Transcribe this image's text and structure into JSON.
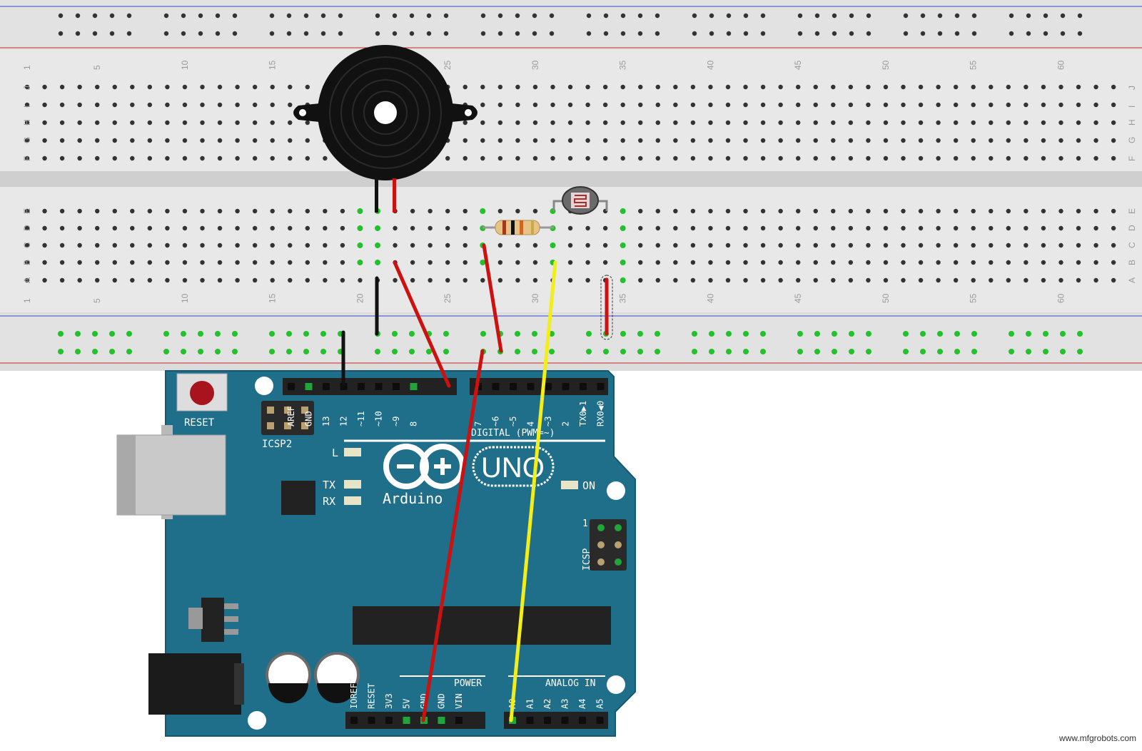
{
  "breadboard": {
    "column_numbers": [
      "1",
      "5",
      "10",
      "15",
      "20",
      "25",
      "30",
      "35",
      "40",
      "45",
      "50",
      "55",
      "60"
    ],
    "row_letters_top": [
      "J",
      "I",
      "H",
      "G",
      "F"
    ],
    "row_letters_bottom": [
      "E",
      "D",
      "C",
      "B",
      "A"
    ]
  },
  "arduino": {
    "logo_text": "Arduino",
    "model_text": "UNO",
    "reset_label": "RESET",
    "icsp2_label": "ICSP2",
    "icsp_label": "ICSP",
    "icsp_pin1": "1",
    "digital_label": "DIGITAL (PWM=~)",
    "power_label": "POWER",
    "analog_label": "ANALOG IN",
    "led_l": "L",
    "led_tx": "TX",
    "led_rx": "RX",
    "led_on": "ON",
    "digital_pins_left": [
      "AREF",
      "GND",
      "13",
      "12",
      "~11",
      "~10",
      "~9",
      "8"
    ],
    "digital_pins_right": [
      "7",
      "~6",
      "~5",
      "4",
      "~3",
      "2",
      "TX0▶1",
      "RX0◀0"
    ],
    "power_pins": [
      "IOREF",
      "RESET",
      "3V3",
      "5V",
      "GND",
      "GND",
      "VIN"
    ],
    "analog_pins": [
      "A0",
      "A1",
      "A2",
      "A3",
      "A4",
      "A5"
    ]
  },
  "colors": {
    "board": "#1f6f8b",
    "wire_red": "#cc1111",
    "wire_black": "#111111",
    "wire_yellow": "#f2ee1a",
    "breadboard": "#dcdcdc"
  },
  "watermark": "www.mfgrobots.com"
}
